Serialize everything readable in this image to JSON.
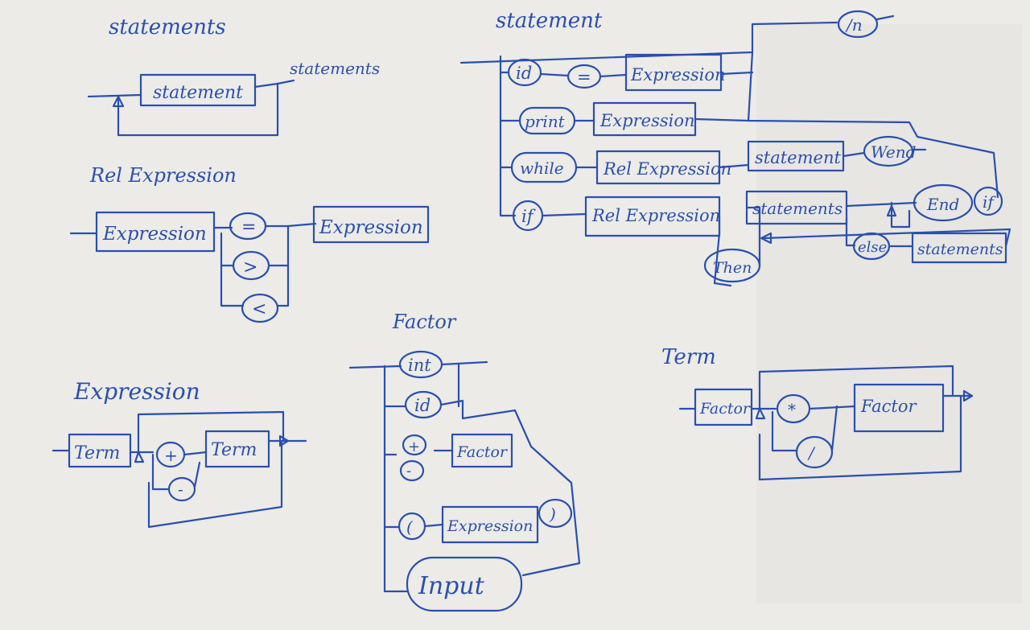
{
  "colors": {
    "ink": "#2a4fb0",
    "paper": "#ecebe8"
  },
  "diagrams": {
    "statements": {
      "title": "statements",
      "box": "statement",
      "out_label": "statements"
    },
    "rel_expression": {
      "title": "Rel Expression",
      "left": "Expression",
      "ops": [
        "=",
        ">",
        "<"
      ],
      "right": "Expression"
    },
    "statement": {
      "title": "statement",
      "eol": "/n",
      "assign": {
        "id": "id",
        "eq": "=",
        "expr": "Expression"
      },
      "print": {
        "kw": "print",
        "expr": "Expression"
      },
      "while": {
        "kw": "while",
        "rel": "Rel Expression",
        "stmt": "statement",
        "wend": "Wend"
      },
      "if": {
        "kw": "if",
        "rel": "Rel Expression",
        "then": "Then",
        "stmts": "statements",
        "else": "else",
        "else_stmts": "statements",
        "end": "End",
        "endif": "if"
      }
    },
    "factor": {
      "title": "Factor",
      "items": [
        "int",
        "id",
        "+",
        "-",
        "Factor",
        "(",
        "Expression",
        ")",
        "Input"
      ]
    },
    "expression": {
      "title": "Expression",
      "term1": "Term",
      "plus": "+",
      "minus": "-",
      "term2": "Term"
    },
    "term": {
      "title": "Term",
      "factor1": "Factor",
      "mul": "*",
      "div": "/",
      "factor2": "Factor"
    }
  }
}
